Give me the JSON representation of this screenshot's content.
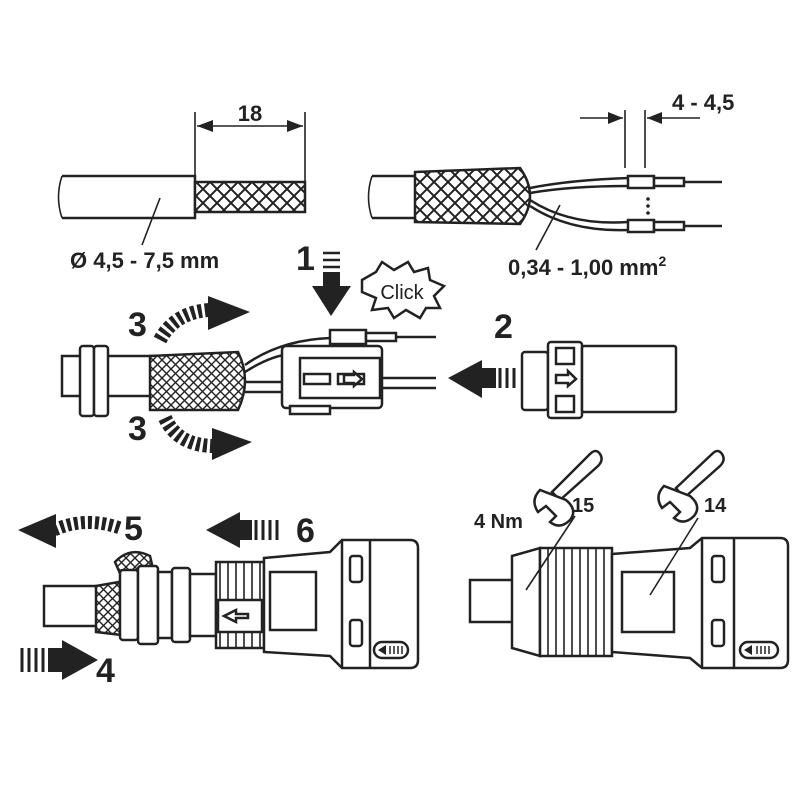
{
  "diagram": {
    "strip_length": "18",
    "cable_diameter": "Ø 4,5 - 7,5 mm",
    "wire_strip_length": "4 - 4,5",
    "wire_cross_section": "0,34 - 1,00 mm",
    "wire_cross_section_sup": "2",
    "click_label": "Click",
    "steps": {
      "s1": "1",
      "s2": "2",
      "s3a": "3",
      "s3b": "3",
      "s4": "4",
      "s5": "5",
      "s6": "6"
    },
    "torque": "4 Nm",
    "wrench_size_1": "15",
    "wrench_size_2": "14"
  }
}
